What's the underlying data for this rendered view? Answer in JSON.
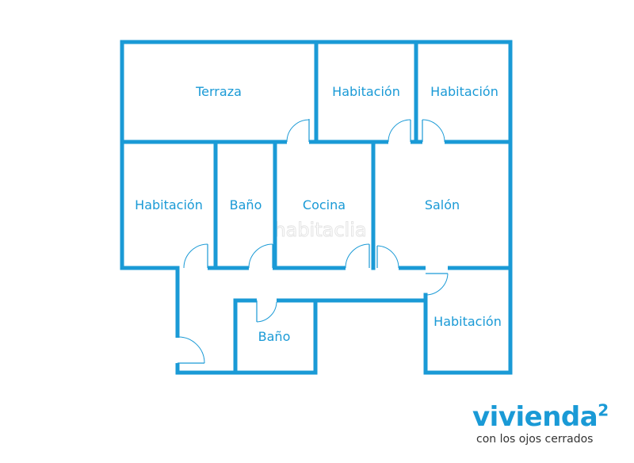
{
  "rooms": {
    "terraza": "Terraza",
    "habitacion_1": "Habitación",
    "habitacion_2": "Habitación",
    "habitacion_3": "Habitación",
    "habitacion_4": "Habitación",
    "bano_1": "Baño",
    "bano_2": "Baño",
    "cocina": "Cocina",
    "salon": "Salón"
  },
  "watermark": "habitaclia",
  "brand": {
    "name": "vivienda",
    "superscript": "2",
    "tagline": "con los ojos cerrados"
  },
  "colors": {
    "wall": "#1a9ad6",
    "label": "#1a9ad6",
    "tagline": "#333333"
  }
}
